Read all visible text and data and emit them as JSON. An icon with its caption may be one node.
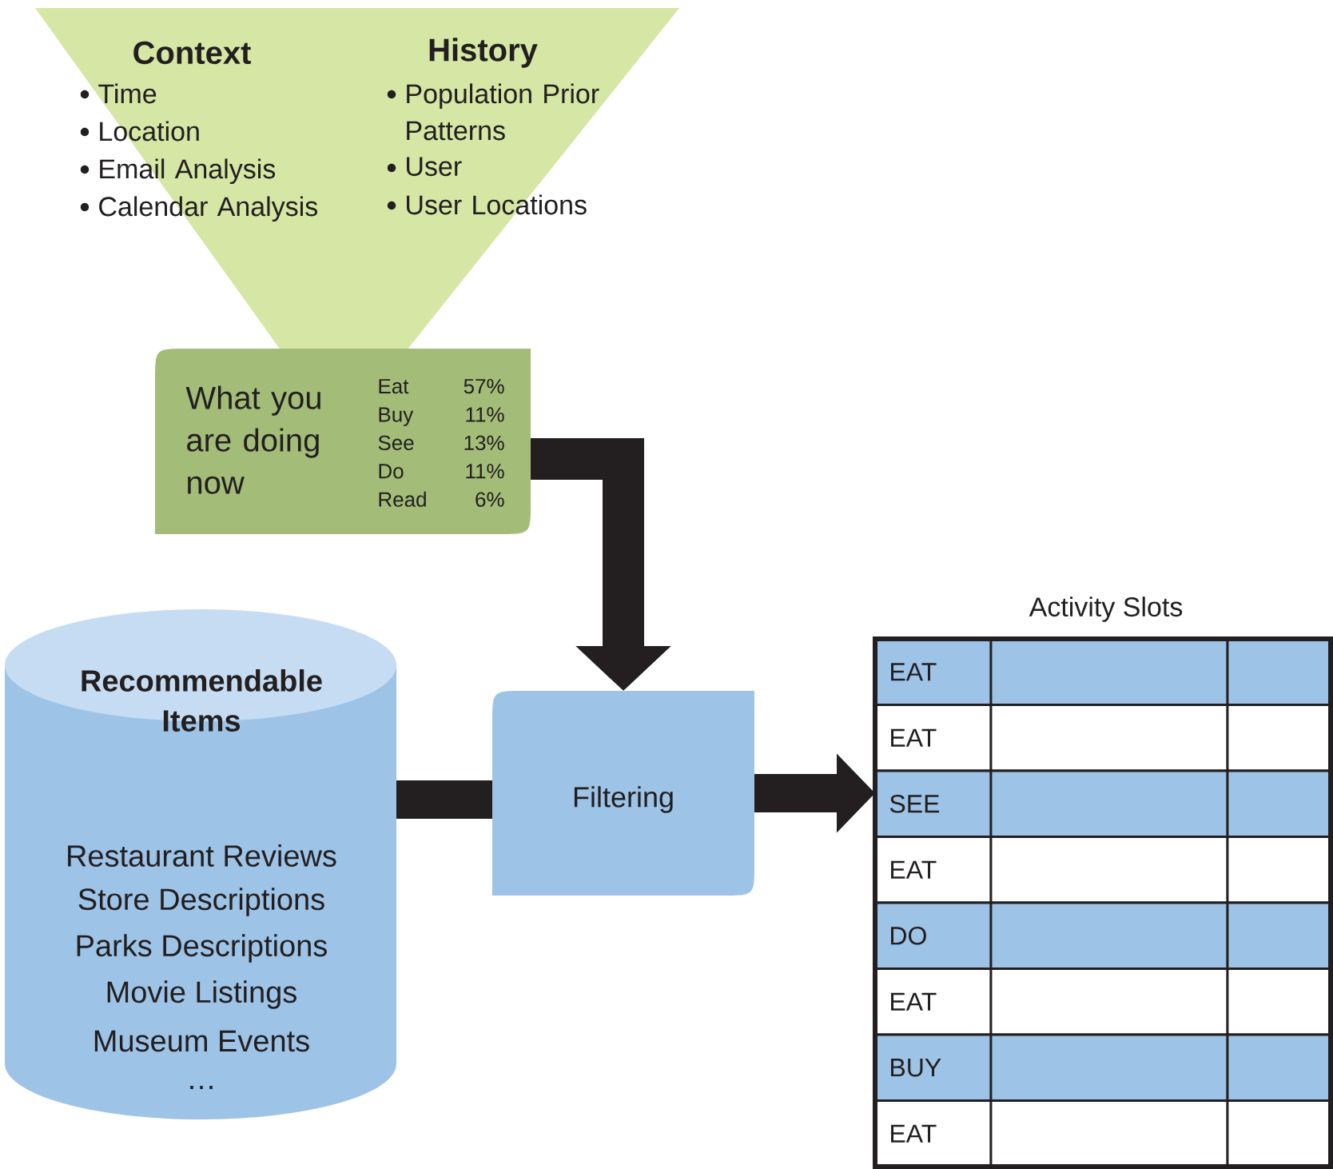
{
  "diagram": {
    "nodes": [
      {
        "text": [
          "Context",
          "Time",
          "Location",
          "Email Analysis",
          "Calendar Analysis",
          "History",
          "Population Prior Patterns",
          "User",
          "User Locations"
        ]
      },
      {
        "text": [
          "What you are doing now",
          "Eat",
          "57%",
          "Buy",
          "11%",
          "See",
          "13%",
          "Do",
          "11%",
          "Read",
          "6%"
        ]
      },
      {
        "text": [
          "Recommendable Items",
          "Restaurant Reviews",
          "Store Descriptions",
          "Parks Descriptions",
          "Movie Listings",
          "Museum Events",
          "…"
        ]
      },
      {
        "text": [
          "Filtering"
        ]
      },
      {
        "text": [
          "Activity Slots",
          "EAT",
          "EAT",
          "SEE",
          "EAT",
          "DO",
          "EAT",
          "BUY",
          "EAT"
        ]
      }
    ],
    "edges": [
      {
        "from": 1,
        "to": 3,
        "arrow": "to"
      },
      {
        "from": 2,
        "to": 3,
        "arrow": "none"
      },
      {
        "from": 3,
        "to": 4,
        "arrow": "to"
      }
    ]
  }
}
